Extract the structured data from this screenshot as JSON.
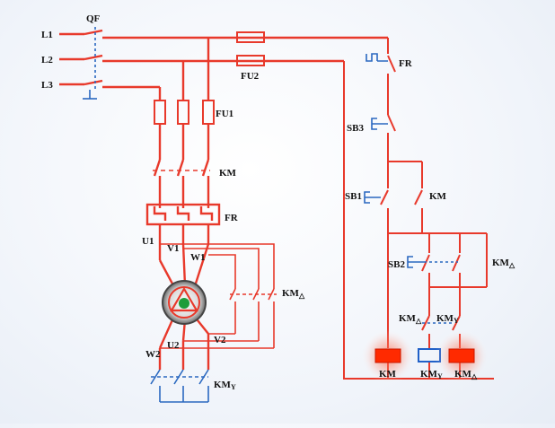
{
  "labels": {
    "qf": "QF",
    "l1": "L1",
    "l2": "L2",
    "l3": "L3",
    "fu1": "FU1",
    "fu2": "FU2",
    "km_main": "KM",
    "fr_main": "FR",
    "fr_ctrl": "FR",
    "u1": "U1",
    "v1": "V1",
    "w1": "W1",
    "u2": "U2",
    "v2": "V2",
    "w2": "W2",
    "km_delta_power": "KM",
    "km_delta_power_sub": "△",
    "km_y_power": "KM",
    "km_y_power_sub": "Y",
    "sb3": "SB3",
    "sb1": "SB1",
    "km_hold": "KM",
    "sb2": "SB2",
    "km_delta_hold": "KM",
    "km_delta_hold_sub": "△",
    "km_delta_interlock": "KM",
    "km_delta_interlock_sub": "△",
    "km_y_interlock": "KM",
    "km_y_interlock_sub": "Y",
    "coil_km": "KM",
    "coil_km_y": "KM",
    "coil_km_y_sub": "Y",
    "coil_km_delta": "KM",
    "coil_km_delta_sub": "△"
  },
  "colors": {
    "power_line": "#e8392b",
    "control_line": "#e8392b",
    "coil_fill": "#ff2a00",
    "coil_blue": "#2060c8",
    "switch_blue": "#2a68c0",
    "motor_green": "#1e9c3a"
  },
  "icons": {
    "motor": "motor-icon",
    "fuse": "fuse-icon",
    "coil": "relay-coil-icon"
  }
}
